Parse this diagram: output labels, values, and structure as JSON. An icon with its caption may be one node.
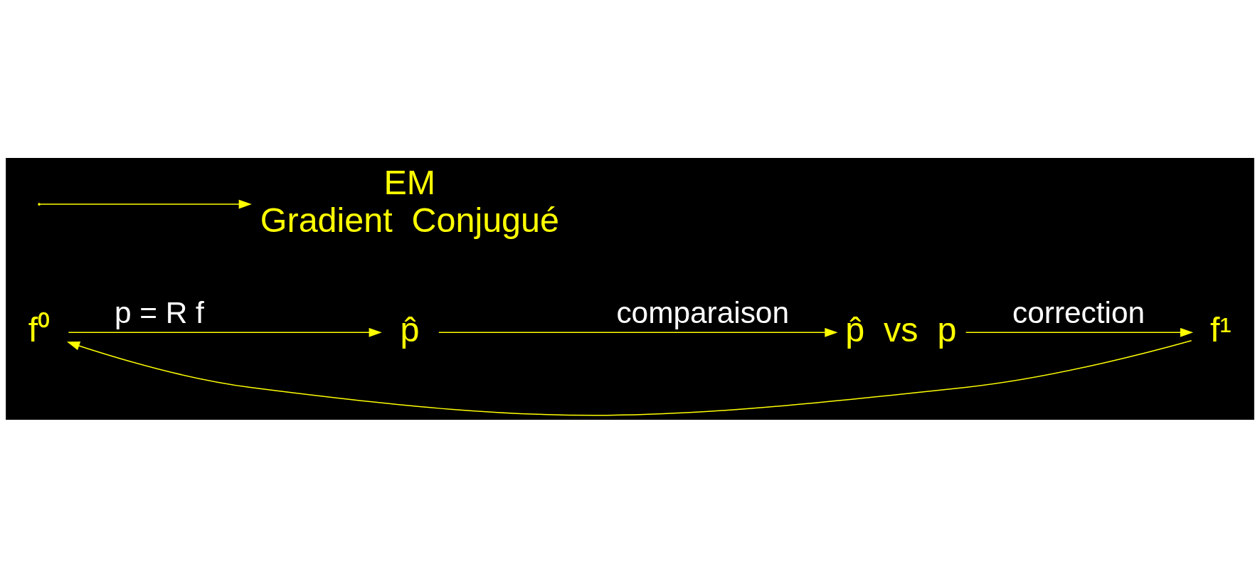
{
  "diagram": {
    "nodes": [
      {
        "text": [
          "f⁰"
        ]
      },
      {
        "text": [
          "p̂"
        ]
      },
      {
        "text": [
          "p̂  vs  p"
        ]
      },
      {
        "text": [
          "f¹"
        ]
      },
      {
        "text": [
          "EM",
          "Gradient  Conjugué"
        ]
      }
    ],
    "edges": [
      {
        "from": 3,
        "to": 0,
        "arrow": "to"
      },
      {
        "from": 0,
        "to": 1,
        "arrow": "to",
        "label": "p = R f"
      },
      {
        "from": 1,
        "to": 2,
        "arrow": "to",
        "label": "comparaison"
      },
      {
        "from": 2,
        "to": 3,
        "arrow": "to",
        "label": "correction"
      },
      {
        "from": null,
        "to": 4,
        "arrow": "to"
      }
    ]
  }
}
